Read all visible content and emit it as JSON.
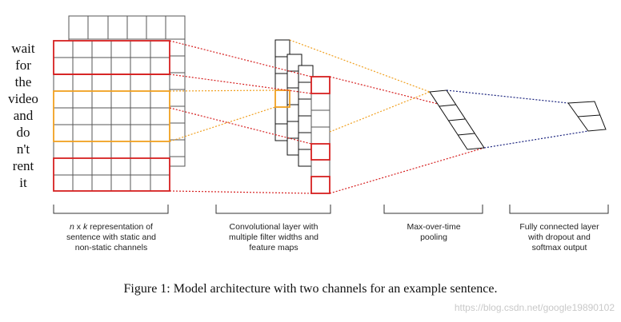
{
  "words": [
    "wait",
    "for",
    "the",
    "video",
    "and",
    "do",
    "n't",
    "rent",
    "it"
  ],
  "labels": {
    "input_l1_pre": "n",
    "input_l1_mid": " x ",
    "input_l1_k": "k",
    "input_l1_post": " representation of",
    "input_l2": "sentence with static and",
    "input_l3": "non-static channels",
    "conv_l1": "Convolutional layer with",
    "conv_l2": "multiple filter widths and",
    "conv_l3": "feature maps",
    "pool_l1": "Max-over-time",
    "pool_l2": "pooling",
    "fc_l1": "Fully connected layer",
    "fc_l2": "with dropout and",
    "fc_l3": "softmax output"
  },
  "caption": "Figure 1: Model architecture with two channels for an example sentence.",
  "watermark": "https://blog.csdn.net/google19890102",
  "colors": {
    "red": "#d62020",
    "orange": "#f0a020",
    "navy": "#1a237e",
    "grid": "#555555",
    "text": "#111111"
  }
}
